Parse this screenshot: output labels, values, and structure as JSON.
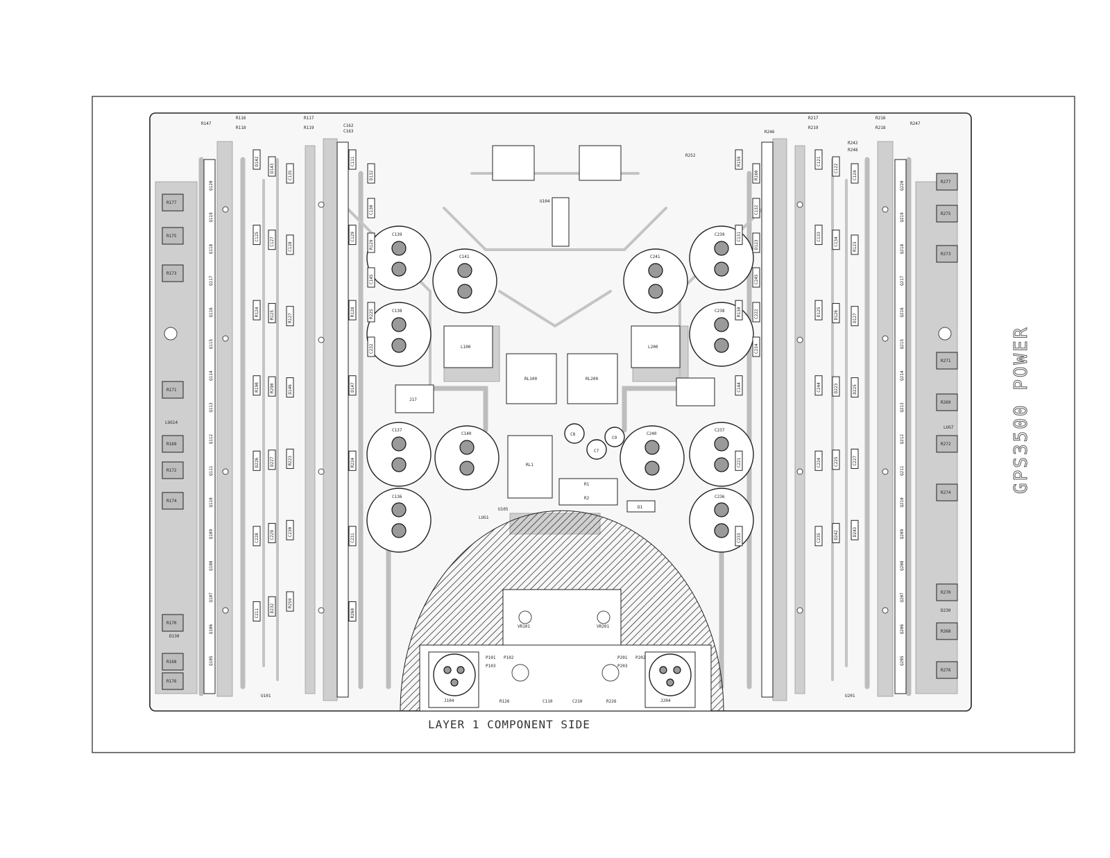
{
  "diagram": {
    "caption": "LAYER 1 COMPONENT SIDE",
    "title": "GPS3500 POWER"
  },
  "components": {
    "top_row": [
      "R147",
      "R116",
      "R118",
      "R117",
      "R119",
      "C162",
      "C163",
      "R217",
      "R219",
      "R216",
      "R218",
      "R247",
      "R246",
      "R242",
      "R248",
      "R252"
    ],
    "left_power": [
      "R177",
      "R175",
      "R173",
      "R171",
      "R169",
      "R172",
      "R174",
      "R170",
      "R168",
      "R176",
      "LUG14",
      "U101",
      "D130"
    ],
    "right_power": [
      "R277",
      "R275",
      "R273",
      "R271",
      "R269",
      "R272",
      "R274",
      "R270",
      "R268",
      "R276",
      "LUG7",
      "U201",
      "D230"
    ],
    "center": [
      "RL100",
      "RL200",
      "RL1",
      "L100",
      "L200",
      "C7",
      "C8",
      "C9",
      "R1",
      "R2",
      "U104",
      "U105",
      "D1",
      "J17",
      "LUG1"
    ],
    "caps_left": [
      "C139",
      "C141",
      "C138",
      "C137",
      "C140",
      "C136"
    ],
    "caps_right": [
      "C239",
      "C241",
      "C238",
      "C237",
      "C240",
      "C236"
    ],
    "connectors": [
      "J104",
      "J204",
      "P101",
      "P102",
      "P103",
      "P201",
      "P202",
      "P203",
      "VR101",
      "VR201",
      "C110",
      "C210",
      "R126",
      "R226"
    ],
    "left_transistors": [
      "Q120",
      "Q119",
      "Q118",
      "Q117",
      "Q116",
      "Q115",
      "Q114",
      "Q113",
      "Q112",
      "Q111",
      "Q110",
      "Q109",
      "Q108",
      "Q107",
      "Q106",
      "Q105"
    ],
    "right_transistors": [
      "Q220",
      "Q219",
      "Q218",
      "Q217",
      "Q216",
      "Q215",
      "Q214",
      "Q213",
      "Q212",
      "Q211",
      "Q210",
      "Q209",
      "Q208",
      "Q207",
      "Q206",
      "Q205"
    ],
    "small_parts": [
      "D142",
      "D143",
      "C135",
      "C111",
      "D132",
      "R159",
      "R160",
      "C121",
      "C122",
      "C124",
      "C125",
      "C127",
      "C128",
      "C129",
      "C130",
      "C131",
      "C132",
      "C133",
      "C134",
      "R123",
      "R124",
      "R125",
      "R127",
      "R128",
      "R129",
      "R130",
      "D123",
      "D125",
      "D126",
      "D127",
      "R190",
      "R290",
      "D146",
      "D147",
      "C145",
      "C144",
      "C245",
      "C244",
      "D223",
      "D225",
      "D226",
      "D227",
      "R223",
      "R224",
      "R225",
      "C221",
      "C222",
      "C224",
      "C225",
      "C227",
      "C228",
      "C229",
      "C230",
      "C231",
      "C232",
      "C233",
      "C234",
      "C235",
      "D242",
      "D243",
      "C211",
      "D232",
      "R259",
      "R260"
    ]
  }
}
